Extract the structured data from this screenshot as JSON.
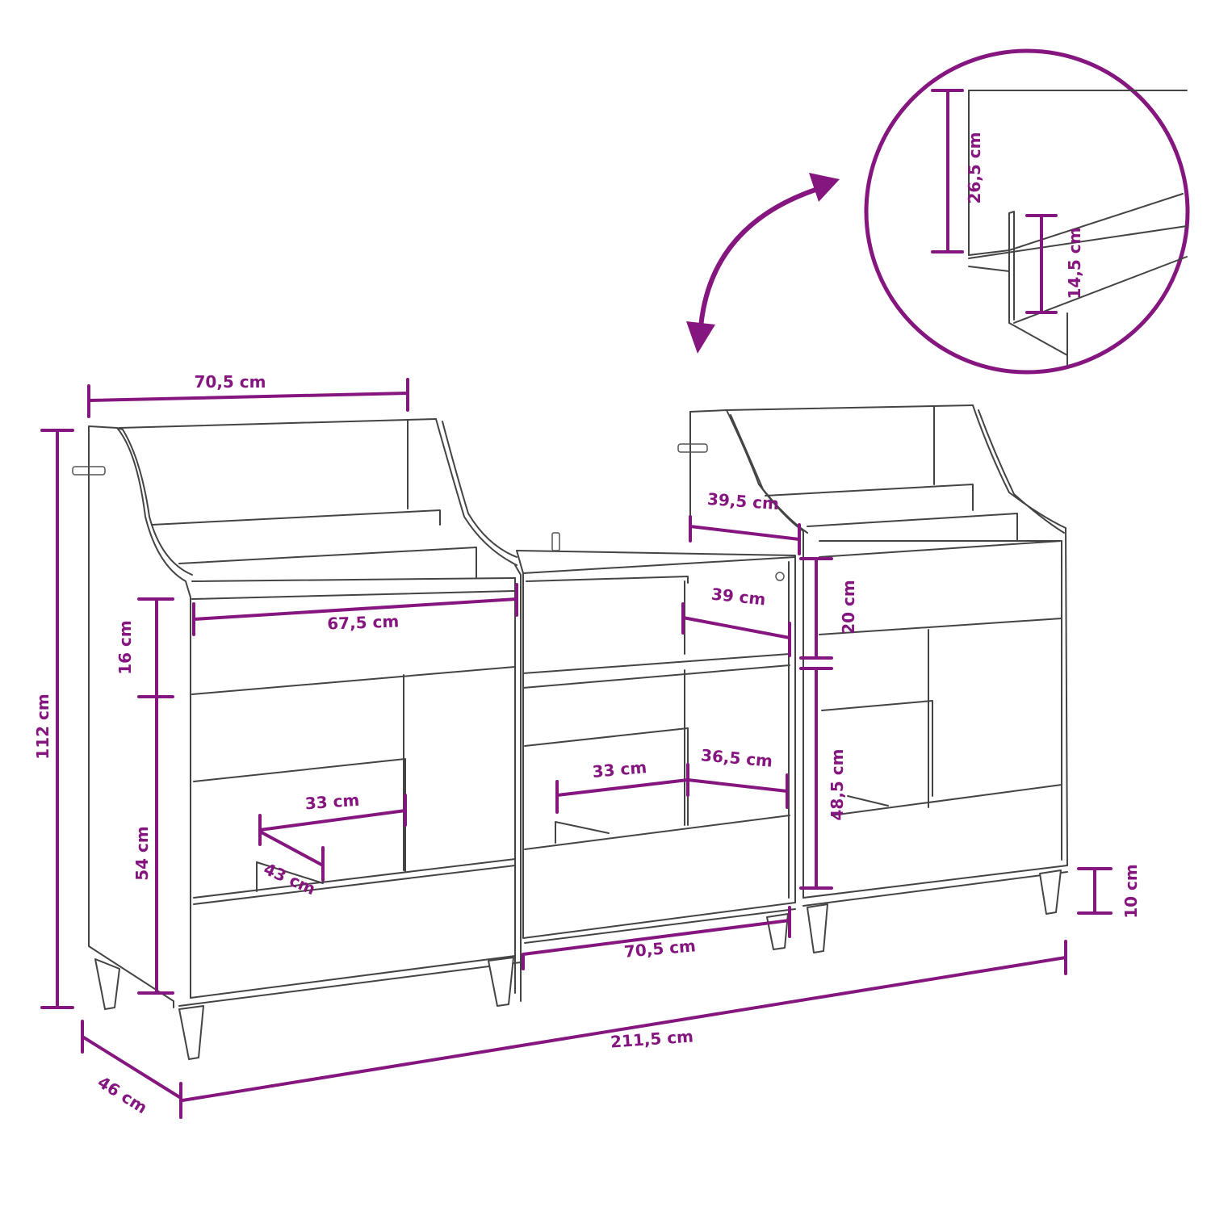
{
  "colors": {
    "dimension": "#86167f",
    "outline": "#444444",
    "background": "#ffffff"
  },
  "dimensions": {
    "left_top_width": "70,5 cm",
    "total_height": "112 cm",
    "left_top_height": "16 cm",
    "left_lower_height": "54 cm",
    "left_inner_width": "67,5 cm",
    "left_shelf_width": "33 cm",
    "left_shelf_depth": "43 cm",
    "depth": "46 cm",
    "total_width": "211,5 cm",
    "middle_width": "70,5 cm",
    "middle_shelf_width": "33 cm",
    "middle_shelf_depth": "36,5 cm",
    "middle_top_depth": "39 cm",
    "right_top_depth": "39,5 cm",
    "right_top_height": "20 cm",
    "right_lower_height": "48,5 cm",
    "leg_height": "10 cm",
    "detail_back_height": "26,5 cm",
    "detail_front_height": "14,5 cm"
  }
}
